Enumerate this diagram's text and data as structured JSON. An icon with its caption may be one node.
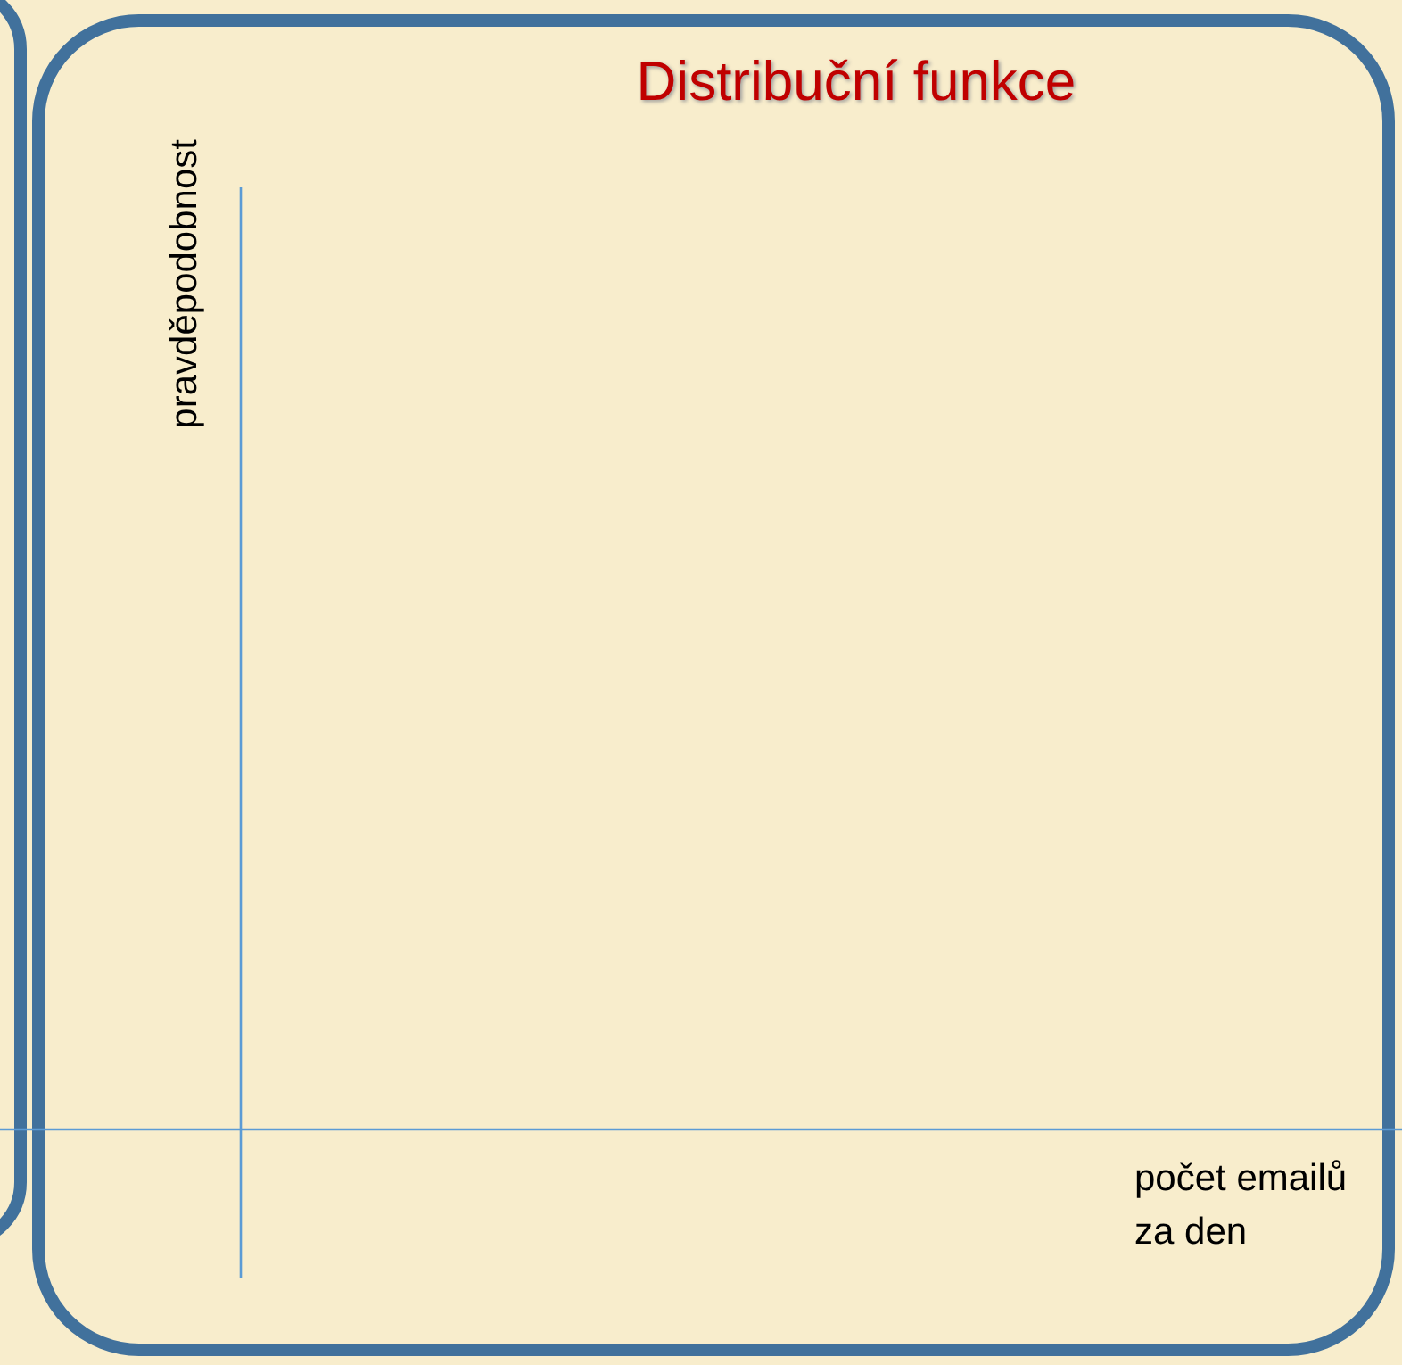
{
  "diagram": {
    "title": "Distribuční funkce",
    "labels": [
      "pravděpodobnost",
      "počet emailů za den"
    ]
  }
}
